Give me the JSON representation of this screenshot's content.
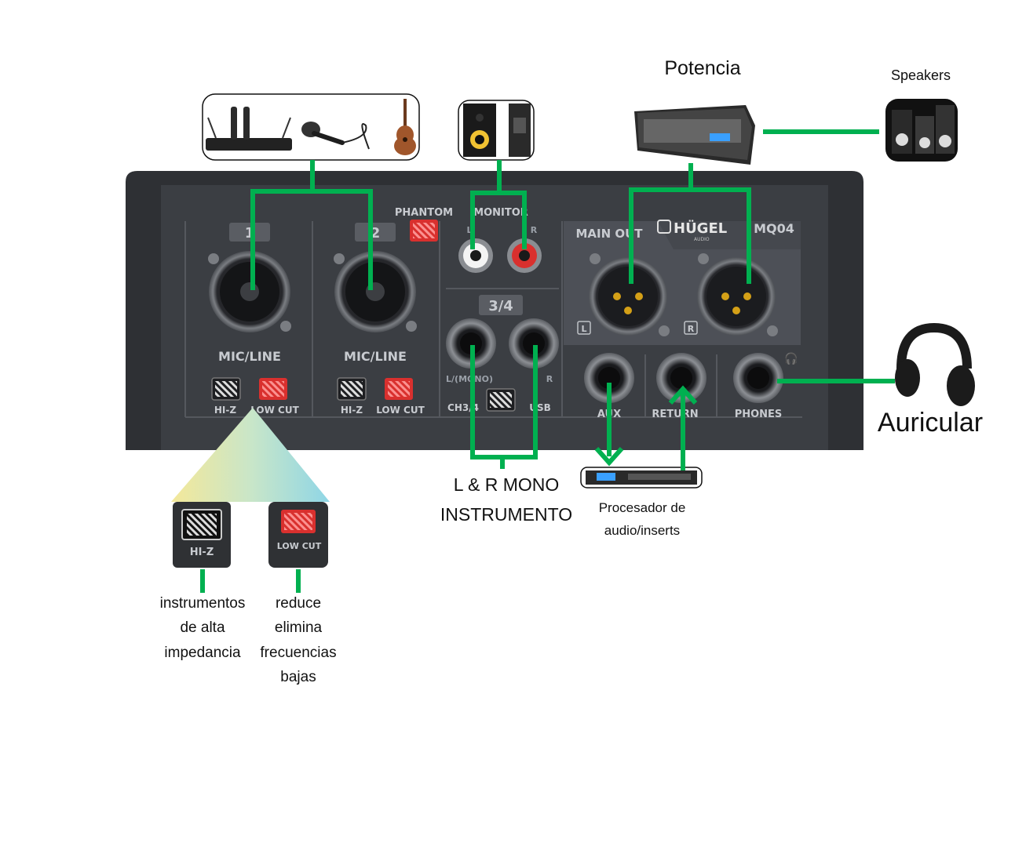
{
  "external": {
    "potencia": "Potencia",
    "speakers": "Speakers",
    "auricular": "Auricular",
    "mono_line1": "L & R MONO",
    "mono_line2": "INSTRUMENTO",
    "procesador_line1": "Procesador de",
    "procesador_line2": "audio/inserts",
    "hiz_desc": [
      "instrumentos",
      "de alta",
      "impedancia"
    ],
    "lowcut_desc": [
      "reduce",
      "elimina",
      "frecuencias",
      "bajas"
    ]
  },
  "panel": {
    "ch1_number": "1",
    "ch2_number": "2",
    "phantom": "PHANTOM",
    "monitor": "MONITOR",
    "mon_l": "L",
    "mon_r": "R",
    "ch34": "3/4",
    "mic_line": "MIC/LINE",
    "hi_z": "HI-Z",
    "low_cut": "LOW CUT",
    "l_mono": "L/(MONO)",
    "r": "R",
    "ch34_switch": "CH3/4",
    "usb": "USB",
    "main_out": "MAIN OUT",
    "brand": "HÜGEL",
    "brand_sub": "AUDIO",
    "model": "MQ04",
    "out_l": "L",
    "out_r": "R",
    "aux": "AUX",
    "return": "RETURN",
    "phones": "PHONES"
  },
  "colors": {
    "connector": "#00b050",
    "panel": "#3a3d42",
    "panel_dark": "#2b2d31",
    "button_red": "#d9302e"
  }
}
